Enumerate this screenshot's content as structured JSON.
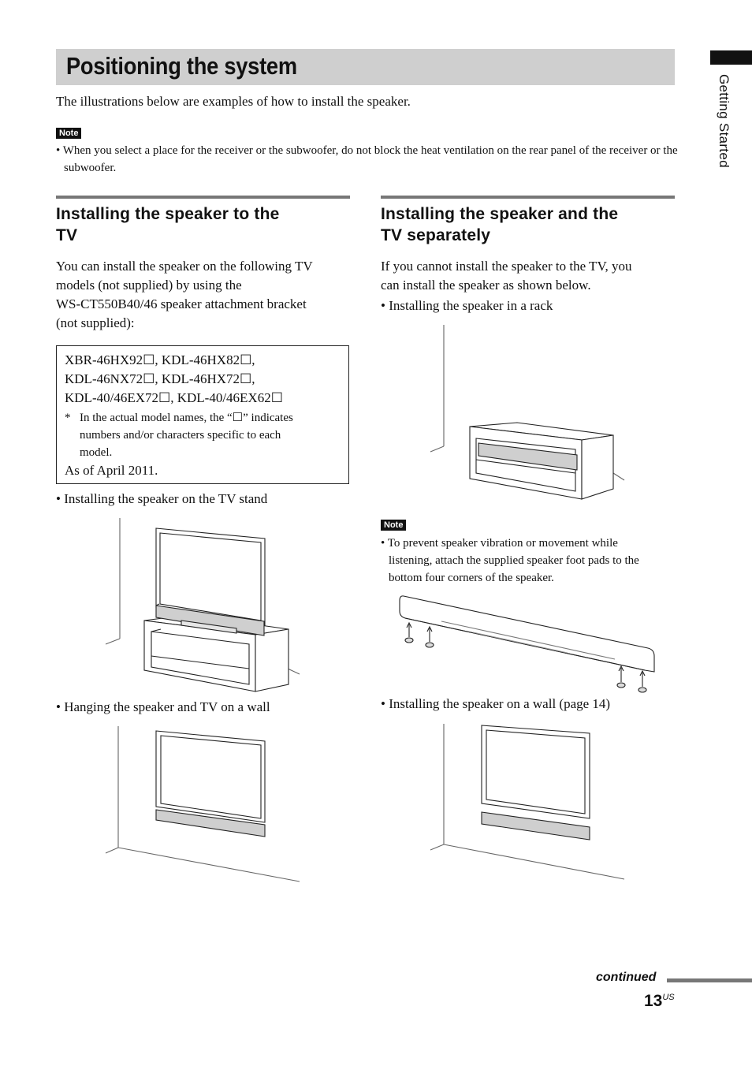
{
  "page": {
    "title": "Positioning the system",
    "intro": "The illustrations below are examples of how to install the speaker.",
    "note_label": "Note",
    "note_text": "• When you select a place for the receiver or the subwoofer, do not block the heat ventilation on the rear panel of the receiver or the subwoofer.",
    "side_tab_label": "Getting Started",
    "continued": "continued",
    "page_number": "13",
    "page_suffix": "US"
  },
  "left": {
    "heading_line1": "Installing the speaker to the",
    "heading_line2": "TV",
    "para_lines": [
      "You can install the speaker on the following TV",
      "models (not supplied) by using the",
      "WS-CT550B40/46 speaker attachment bracket",
      "(not supplied):"
    ],
    "models_line1": "XBR-46HX92☐, KDL-46HX82☐,",
    "models_line2": "KDL-46NX72☐, KDL-46HX72☐,",
    "models_line3": "KDL-40/46EX72☐, KDL-40/46EX62☐",
    "footnote_mark": "*",
    "footnote_lines": [
      "In the actual model names, the “☐” indicates",
      "numbers and/or characters specific to each",
      "model."
    ],
    "as_of": "As of April 2011.",
    "bullet_stand": "• Installing the speaker on the TV stand",
    "bullet_wall": "• Hanging the speaker and TV on a wall"
  },
  "right": {
    "heading_line1": "Installing the speaker and the",
    "heading_line2": "TV separately",
    "para_lines": [
      "If you cannot install the speaker to the TV, you",
      "can install the speaker as shown below."
    ],
    "bullet_rack": "• Installing the speaker in a rack",
    "note_label": "Note",
    "note_lines": [
      "• To prevent speaker vibration or movement while",
      "listening, attach the supplied speaker foot pads to the",
      "bottom four corners of the speaker."
    ],
    "bullet_wall": "• Installing the speaker on a wall (page 14)"
  }
}
